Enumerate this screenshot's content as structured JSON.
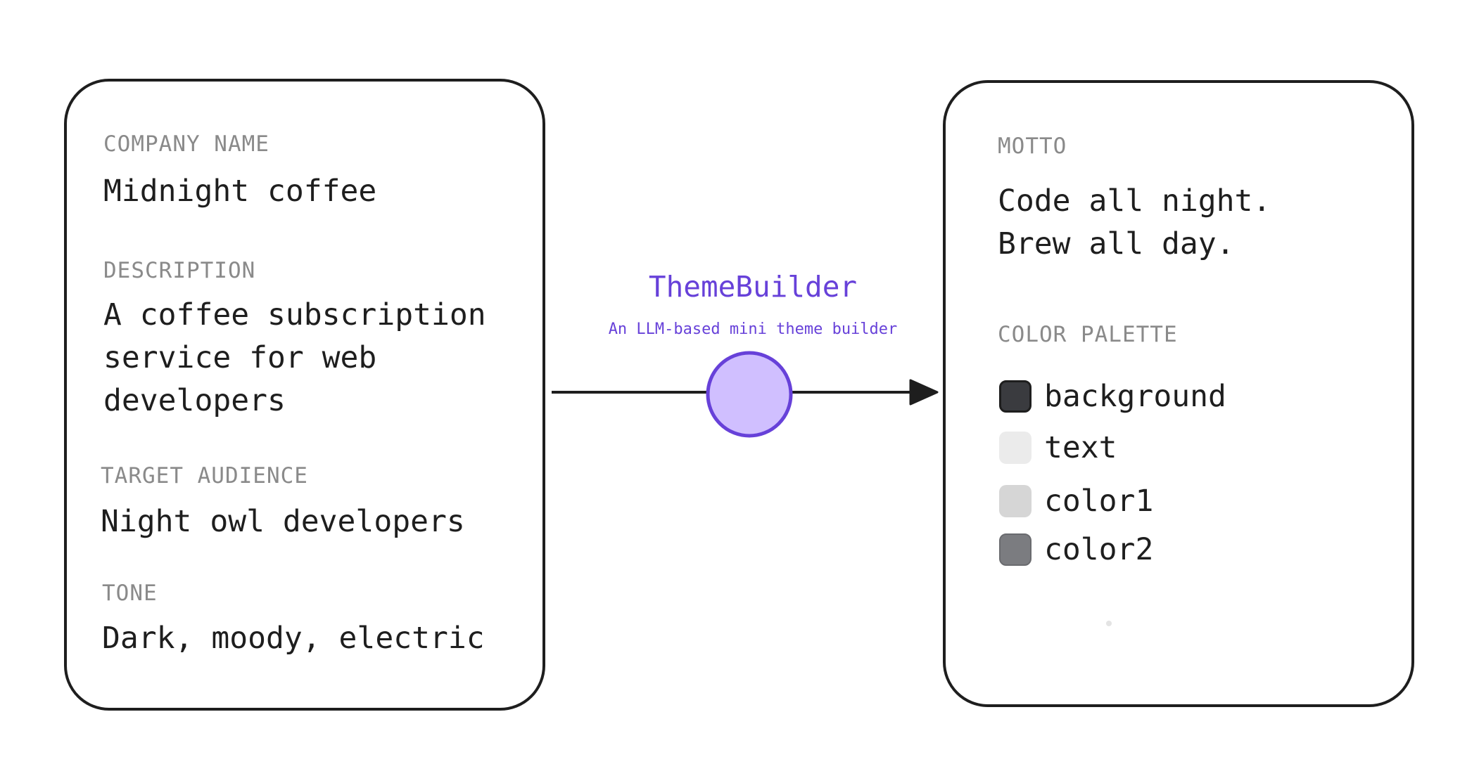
{
  "input_card": {
    "fields": [
      {
        "label": "COMPANY NAME",
        "value_lines": [
          "Midnight coffee"
        ]
      },
      {
        "label": "DESCRIPTION",
        "value_lines": [
          "A coffee subscription",
          "service for web",
          "developers"
        ]
      },
      {
        "label": "TARGET AUDIENCE",
        "value_lines": [
          "Night owl developers"
        ]
      },
      {
        "label": "TONE",
        "value_lines": [
          "Dark, moody, electric"
        ]
      }
    ]
  },
  "processor": {
    "title": "ThemeBuilder",
    "subtitle": "An LLM-based mini theme builder",
    "color": "#6741d9",
    "node_fill": "#d0bfff"
  },
  "output_card": {
    "motto_label": "MOTTO",
    "motto_lines": [
      "Code all night.",
      "Brew all day."
    ],
    "palette_label": "COLOR PALETTE",
    "palette": [
      {
        "name": "background",
        "color": "#3a3b3f"
      },
      {
        "name": "text",
        "color": "#ebebeb"
      },
      {
        "name": "color1",
        "color": "#d6d6d6"
      },
      {
        "name": "color2",
        "color": "#7b7c80"
      }
    ]
  }
}
